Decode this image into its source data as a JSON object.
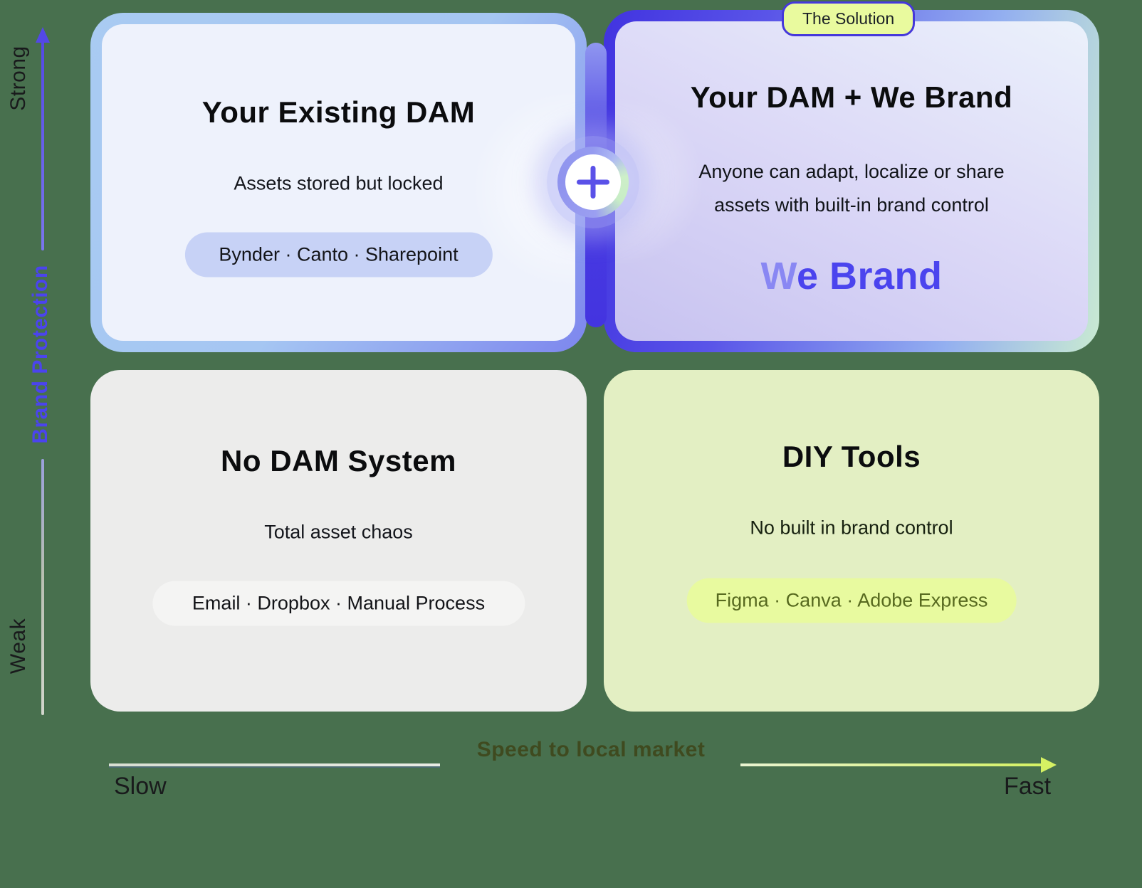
{
  "page": {
    "background_color": "#48704E"
  },
  "y_axis": {
    "label": "Brand Protection",
    "top_label": "Strong",
    "bottom_label": "Weak",
    "label_color": "#4B44EE",
    "arrow_color": "#5348E6"
  },
  "x_axis": {
    "label": "Speed to local market",
    "left_label": "Slow",
    "right_label": "Fast",
    "label_color": "#3F4A1F",
    "arrow_color": "#D5F163"
  },
  "solution_badge": {
    "label": "The Solution",
    "background": "#E9FA9E",
    "border_color": "#4538DA"
  },
  "quadrants": {
    "top_left": {
      "title": "Your Existing DAM",
      "subtitle": "Assets stored but locked",
      "pill": "Bynder · Canto · Sharepoint",
      "pill_background": "#C7D2F6"
    },
    "top_right": {
      "title": "Your DAM + We Brand",
      "body_line1": "Anyone can adapt, localize or share",
      "body_line2": "assets with built-in brand control",
      "logo_first_letter": "W",
      "logo_rest": "e Brand",
      "logo_color": "#4B44EE"
    },
    "bottom_left": {
      "title": "No DAM System",
      "subtitle": "Total asset chaos",
      "pill": "Email · Dropbox · Manual Process",
      "pill_background": "#F4F4F3"
    },
    "bottom_right": {
      "title": "DIY Tools",
      "subtitle": "No built in brand control",
      "pill": "Figma · Canva · Adobe Express",
      "pill_background": "#E8FA9F",
      "pill_text_color": "#57691F"
    }
  },
  "icons": {
    "plus": "+",
    "y_axis_arrow": "up-triangle",
    "x_axis_arrow": "right-triangle"
  }
}
